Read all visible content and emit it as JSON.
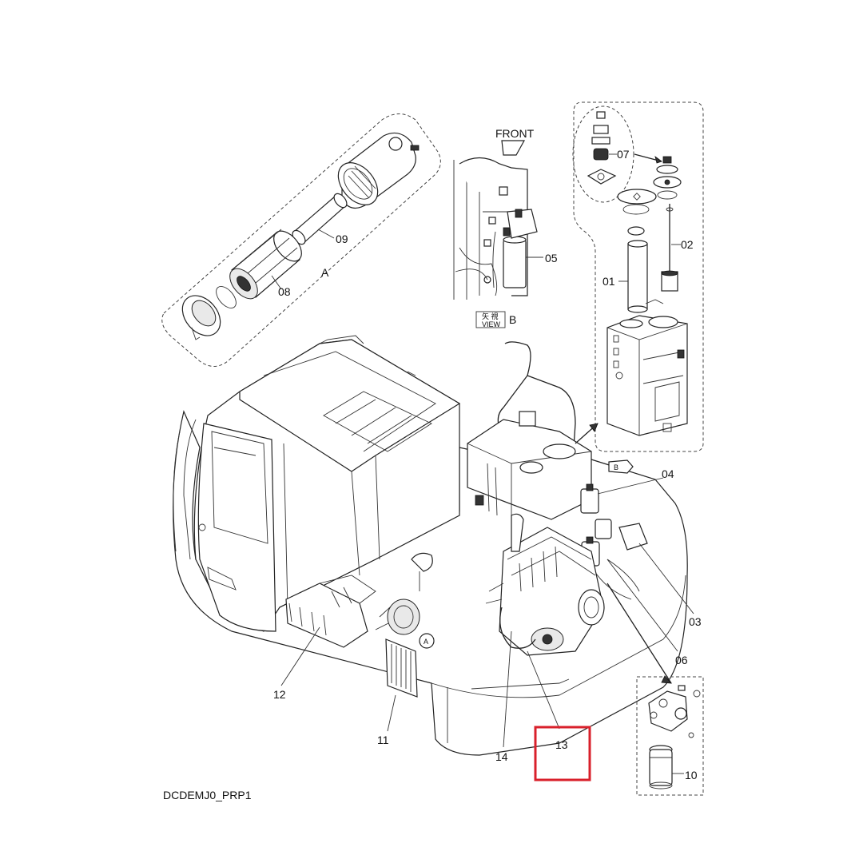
{
  "diagram": {
    "front_label": "FRONT",
    "view_label": "VIEW",
    "view_letter_b": "B",
    "view_kanji": "矢 視",
    "callout_a": "A",
    "callout_b": "B",
    "detail_a_letter": "A",
    "drawing_code": "DCDEMJ0_PRP1",
    "highlight_color": "#d9202b",
    "parts": {
      "p01": "01",
      "p02": "02",
      "p03": "03",
      "p04": "04",
      "p05": "05",
      "p06": "06",
      "p07": "07",
      "p08": "08",
      "p09": "09",
      "p10": "10",
      "p11": "11",
      "p12": "12",
      "p13": "13",
      "p14": "14"
    }
  }
}
